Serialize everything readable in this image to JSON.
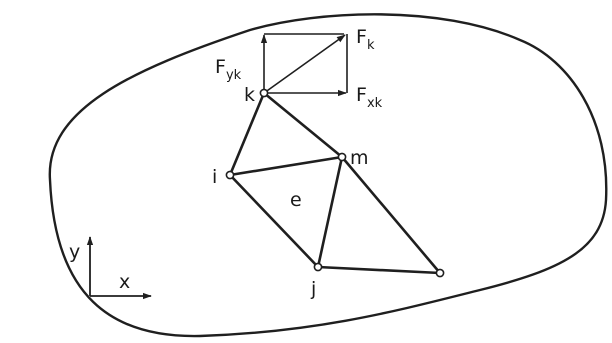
{
  "labels": {
    "node_i": "i",
    "node_j": "j",
    "node_k": "k",
    "node_m": "m",
    "element": "e",
    "force_total": {
      "main": "F",
      "sub": "k"
    },
    "force_y": {
      "main": "F",
      "sub": "yk"
    },
    "force_x": {
      "main": "F",
      "sub": "xk"
    },
    "axis_x": "x",
    "axis_y": "y"
  },
  "colors": {
    "ink": "#1f1f1f",
    "background": "#ffffff"
  }
}
